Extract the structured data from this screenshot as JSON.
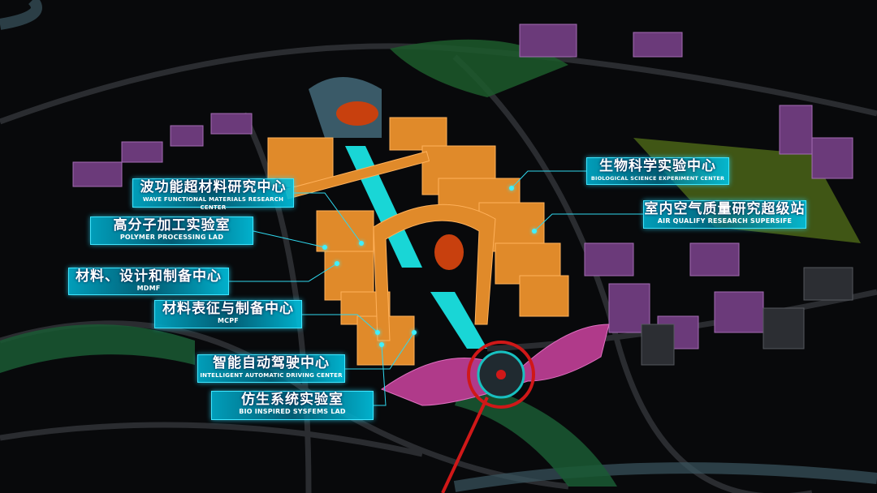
{
  "labels": [
    {
      "cn": "波功能超材料研究中心",
      "en": "WAVE FUNCTIONAL MATERIALS RESEARCH CENTER"
    },
    {
      "cn": "高分子加工实验室",
      "en": "POLYMER PROCESSING LAD"
    },
    {
      "cn": "材料、设计和制备中心",
      "en": "MDMF"
    },
    {
      "cn": "材料表征与制备中心",
      "en": "MCPF"
    },
    {
      "cn": "智能自动驾驶中心",
      "en": "INTELLIGENT AUTOMATIC DRIVING CENTER"
    },
    {
      "cn": "仿生系统实验室",
      "en": "BIO INSPIRED SYSFEMS LAD"
    },
    {
      "cn": "生物科学实验中心",
      "en": "BIOLOGICAL SCIENCE EXPERIMENT CENTER"
    },
    {
      "cn": "室内空气质量研究超级站",
      "en": "AIR QUALIFY RESEARCH SUPERSIFE"
    }
  ],
  "colors": {
    "label_bg": "#00aac8",
    "leader": "#2fd8ee",
    "campus": "#e08a2a",
    "water": "#19d6d6",
    "green": "#1f7a3a",
    "purple": "#6b3a7a",
    "red": "#d01818"
  }
}
